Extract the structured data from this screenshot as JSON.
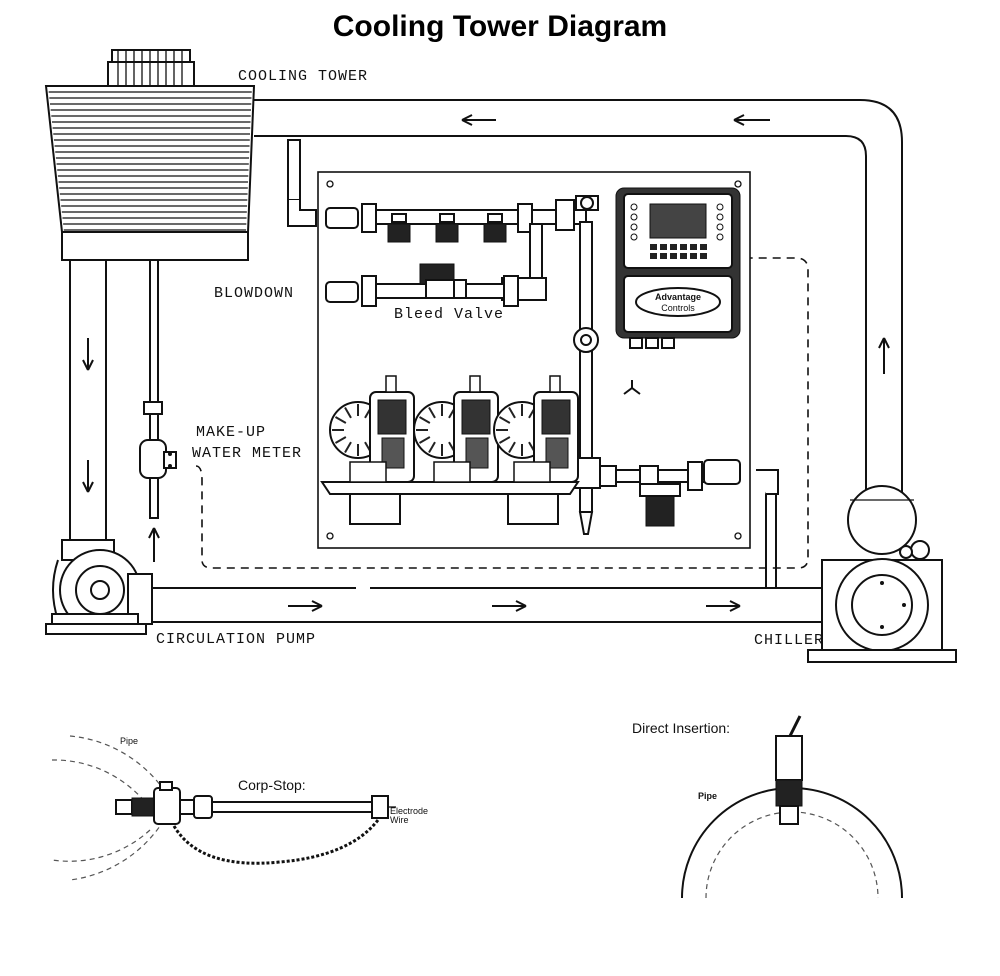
{
  "title": "Cooling Tower Diagram",
  "labels": {
    "cooling_tower": "COOLING TOWER",
    "blowdown": "BLOWDOWN",
    "bleed_valve": "Bleed Valve",
    "makeup_line1": "MAKE-UP",
    "makeup_line2": "WATER METER",
    "circulation_pump": "CIRCULATION PUMP",
    "chiller": "CHILLER"
  },
  "controller": {
    "brand_line1": "Advantage",
    "brand_line2": "Controls"
  },
  "inset_corp_stop": {
    "pipe": "Pipe",
    "title": "Corp-Stop:",
    "electrode_line1": "Electrode",
    "electrode_line2": "Wire"
  },
  "inset_direct": {
    "title": "Direct Insertion:",
    "pipe": "Pipe"
  }
}
